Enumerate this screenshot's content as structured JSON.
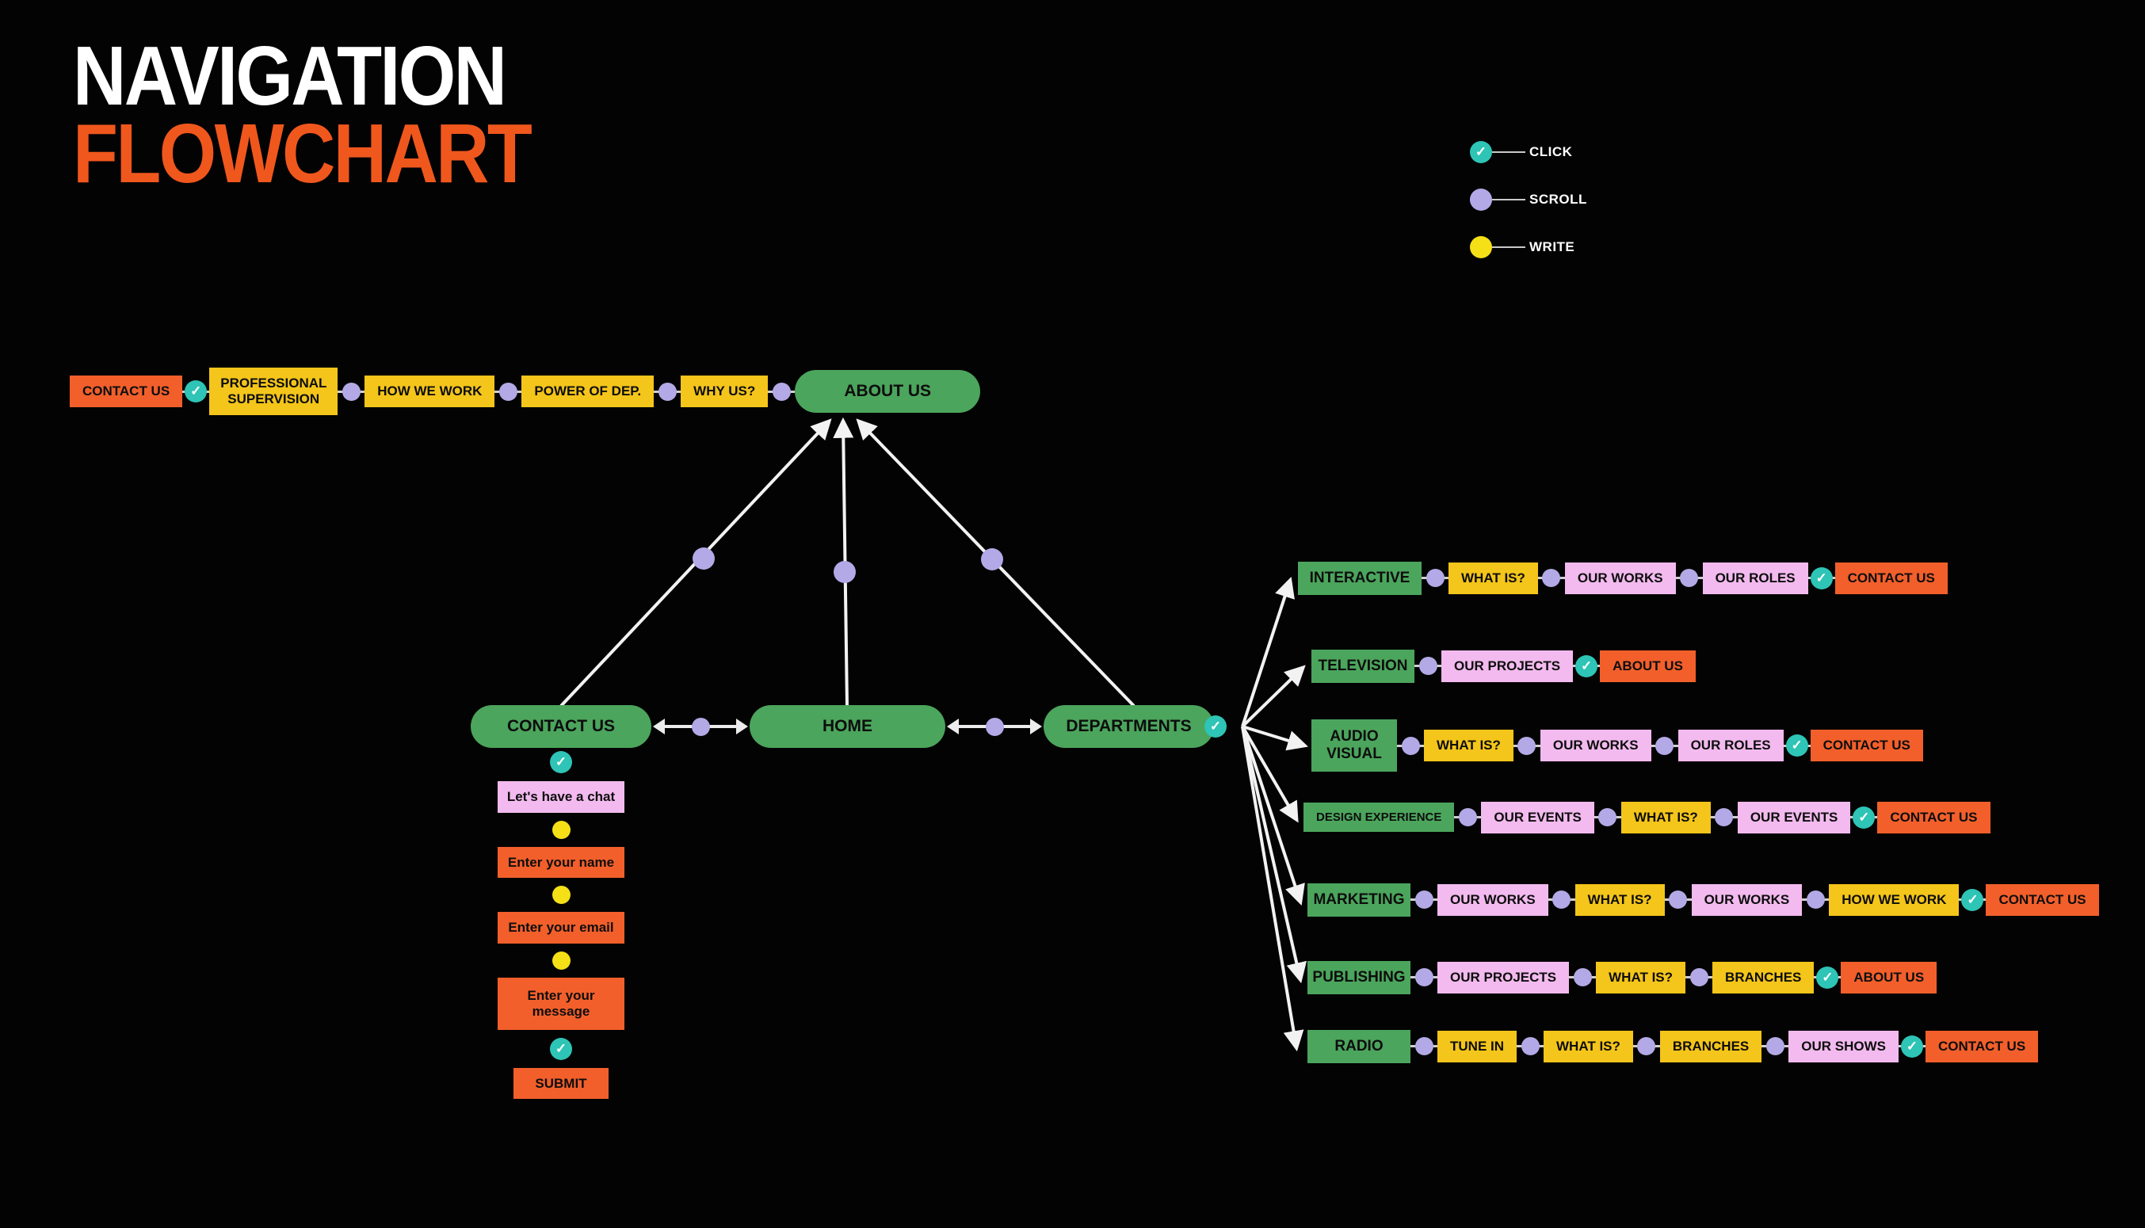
{
  "title": {
    "line1": "NAVIGATION",
    "line2": "FLOWCHART"
  },
  "legend": {
    "click": "CLICK",
    "scroll": "SCROLL",
    "write": "WRITE"
  },
  "top_chain": {
    "contact_us": "CONTACT US",
    "professional_supervision": "PROFESSIONAL SUPERVISION",
    "how_we_work": "HOW WE WORK",
    "power_of_dep": "POWER OF DEP.",
    "why_us": "WHY US?",
    "about_us": "ABOUT US"
  },
  "main_nav": {
    "contact_us": "CONTACT US",
    "home": "HOME",
    "departments": "DEPARTMENTS"
  },
  "contact_form": {
    "chat": "Let's have a chat",
    "name": "Enter your name",
    "email": "Enter your email",
    "message": "Enter your message",
    "submit": "SUBMIT"
  },
  "departments": [
    {
      "name": "INTERACTIVE",
      "s1": "WHAT IS?",
      "s2": "OUR WORKS",
      "s3": "OUR ROLES",
      "end": "CONTACT US"
    },
    {
      "name": "TELEVISION",
      "s1": "OUR PROJECTS",
      "end": "ABOUT US"
    },
    {
      "name": "AUDIO VISUAL",
      "s1": "WHAT IS?",
      "s2": "OUR WORKS",
      "s3": "OUR ROLES",
      "end": "CONTACT US"
    },
    {
      "name": "DESIGN EXPERIENCE",
      "s1": "OUR EVENTS",
      "s2": "WHAT IS?",
      "s3": "OUR EVENTS",
      "end": "CONTACT US"
    },
    {
      "name": "MARKETING",
      "s1": "OUR WORKS",
      "s2": "WHAT IS?",
      "s3": "OUR WORKS",
      "s4": "HOW WE WORK",
      "end": "CONTACT US"
    },
    {
      "name": "PUBLISHING",
      "s1": "OUR PROJECTS",
      "s2": "WHAT IS?",
      "s3": "BRANCHES",
      "end": "ABOUT US"
    },
    {
      "name": "RADIO",
      "s1": "TUNE IN",
      "s2": "WHAT IS?",
      "s3": "BRANCHES",
      "s4": "OUR SHOWS",
      "end": "CONTACT US"
    }
  ],
  "colors": {
    "background": "#030303",
    "green": "#4ba55c",
    "yellow": "#f4c51a",
    "orange": "#f25f2b",
    "pink": "#f2baee",
    "purple_scroll": "#b3a9e6",
    "yellow_write": "#f5df17",
    "teal_click": "#2ec4b6",
    "title_white": "#ffffff",
    "title_orange": "#f0571d"
  }
}
